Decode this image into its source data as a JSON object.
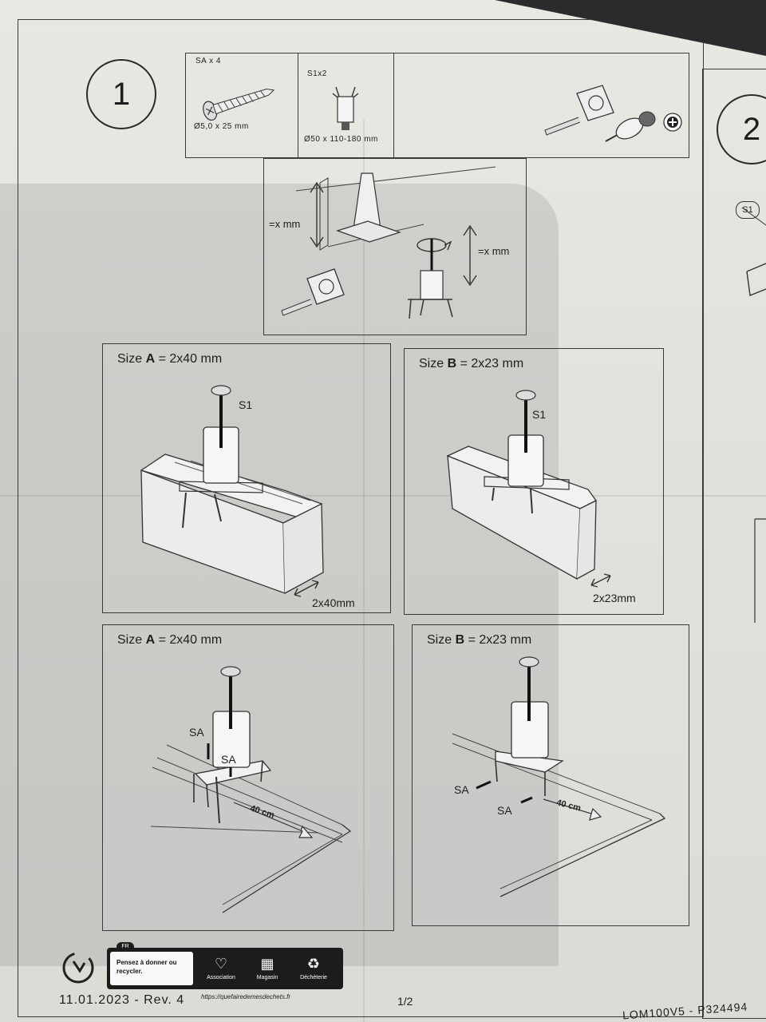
{
  "step1": {
    "number": "1"
  },
  "step2": {
    "number": "2",
    "part_label": "S1"
  },
  "parts": {
    "screw": {
      "qty": "SA x 4",
      "size": "Ø5,0 x 25 mm"
    },
    "support": {
      "qty": "S1x2",
      "size": "Ø50 x 110-180 mm"
    },
    "tools_icon": "phillips-screwdriver-icon"
  },
  "measure": {
    "label_left": "=x mm",
    "label_right": "=x mm"
  },
  "panels": {
    "a_top": {
      "title_prefix": "Size ",
      "title_bold": "A",
      "title_rest": " = 2x40 mm",
      "part": "S1",
      "dim": "2x40mm"
    },
    "b_top": {
      "title_prefix": "Size ",
      "title_bold": "B",
      "title_rest": " = 2x23 mm",
      "part": "S1",
      "dim": "2x23mm"
    },
    "a_bottom": {
      "title_prefix": "Size ",
      "title_bold": "A",
      "title_rest": " = 2x40 mm",
      "sa1": "SA",
      "sa2": "SA",
      "depth": "40 cm"
    },
    "b_bottom": {
      "title_prefix": "Size ",
      "title_bold": "B",
      "title_rest": " = 2x23 mm",
      "sa1": "SA",
      "sa2": "SA",
      "depth": "40 cm"
    }
  },
  "footer": {
    "lang": "FR",
    "recycle_text": "Pensez à donner ou recycler.",
    "icons": [
      "Association",
      "Magasin",
      "Déchèterie"
    ],
    "url": "https://quefairedemesdechets.fr",
    "date": "11.01.2023 - Rev. 4",
    "page": "1/2",
    "ref": "LOM100V5 - P324494"
  }
}
